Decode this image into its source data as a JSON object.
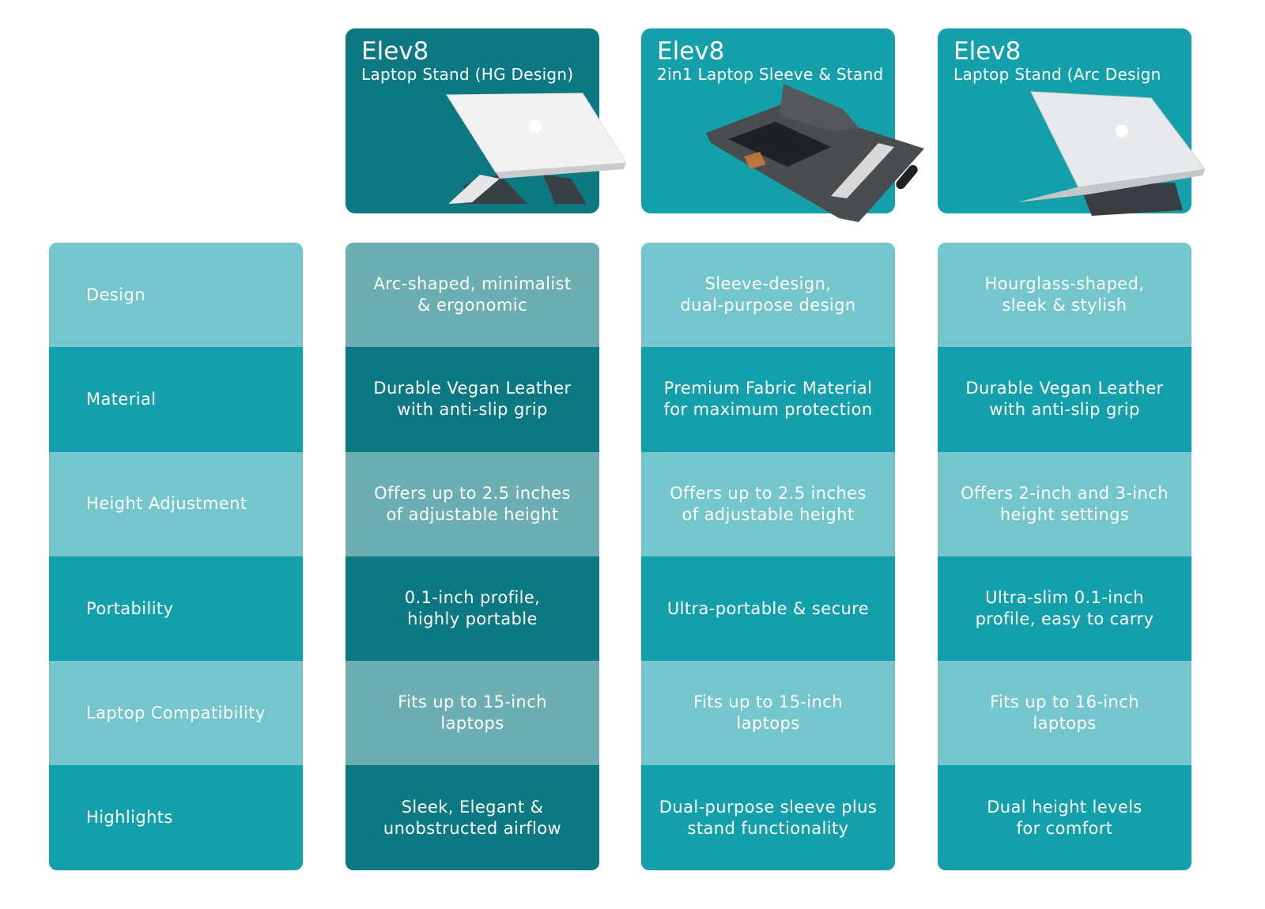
{
  "products": [
    {
      "brand": "Elev8",
      "name": "Laptop Stand (HG Design)",
      "image": "laptop-on-hourglass-stand"
    },
    {
      "brand": "Elev8",
      "name": "2in1 Laptop Sleeve & Stand",
      "image": "laptop-sleeve-stand"
    },
    {
      "brand": "Elev8",
      "name": "Laptop Stand (Arc Design",
      "image": "laptop-on-arc-stand"
    }
  ],
  "features": [
    "Design",
    "Material",
    "Height Adjustment",
    "Portability",
    "Laptop Compatibility",
    "Highlights"
  ],
  "values": [
    [
      "Arc-shaped, minimalist\n& ergonomic",
      "Durable Vegan Leather\nwith anti-slip grip",
      "Offers up to 2.5 inches\nof adjustable height",
      "0.1-inch profile,\nhighly portable",
      "Fits up to 15-inch\nlaptops",
      "Sleek, Elegant &\nunobstructed airflow"
    ],
    [
      "Sleeve-design,\ndual-purpose design",
      "Premium Fabric Material\nfor maximum protection",
      "Offers up to 2.5 inches\nof adjustable height",
      "Ultra-portable & secure",
      "Fits up to 15-inch\nlaptops",
      "Dual-purpose sleeve plus\nstand functionality"
    ],
    [
      "Hourglass-shaped,\nsleek & stylish",
      "Durable Vegan Leather\nwith anti-slip grip",
      "Offers 2-inch and 3-inch\nheight settings",
      "Ultra-slim 0.1-inch\nprofile, easy to carry",
      "Fits up to 16-inch\nlaptops",
      "Dual height levels\nfor comfort"
    ]
  ],
  "colors": {
    "dark": "#0B7882",
    "teal": "#14A0AB",
    "light": "#74C6CC",
    "muted": "#6DAEB3"
  }
}
